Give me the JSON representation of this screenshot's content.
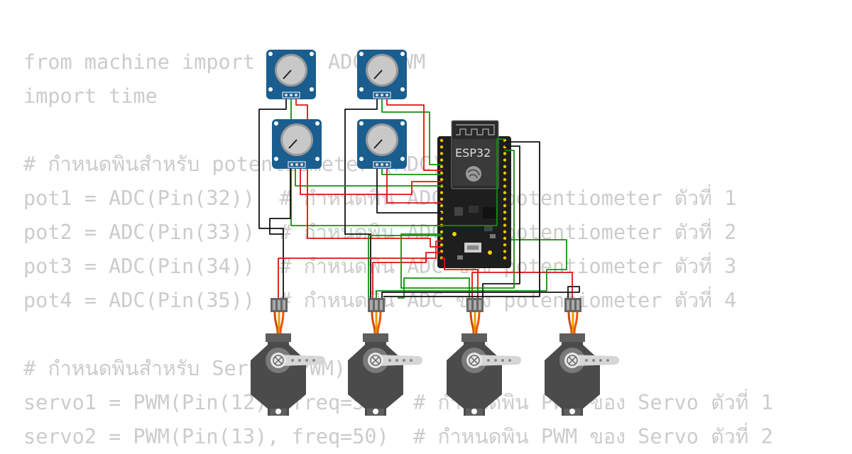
{
  "code_lines": [
    "from machine import Pin, ADC, PWM",
    "import time",
    "",
    "# กำหนดพินสำหรับ potentiometer (ADC)",
    "pot1 = ADC(Pin(32))  # กำหนดพิน ADC ของ potentiometer ตัวที่ 1",
    "pot2 = ADC(Pin(33))  # กำหนดพิน ADC ของ potentiometer ตัวที่ 2",
    "pot3 = ADC(Pin(34))  # กำหนดพิน ADC ของ potentiometer ตัวที่ 3",
    "pot4 = ADC(Pin(35))  # กำหนดพิน ADC ของ potentiometer ตัวที่ 4",
    "",
    "# กำหนดพินสำหรับ Servo (PWM)",
    "servo1 = PWM(Pin(12), freq=50)  # กำหนดพิน PWM ของ Servo ตัวที่ 1",
    "servo2 = PWM(Pin(13), freq=50)  # กำหนดพิน PWM ของ Servo ตัวที่ 2"
  ],
  "board": {
    "label": "ESP32"
  },
  "colors": {
    "code_text": "#cccccc",
    "pot_body": "#1a5e8f",
    "knob": "#c8c8c8",
    "board": "#1e1e1e",
    "servo_body": "#555555",
    "wire_signal": "#e01010",
    "wire_ground": "#111111",
    "wire_power": "#109010"
  },
  "icons": {
    "esp32": "espressif-logo-icon",
    "servo_horn": "servo-horn-icon"
  }
}
